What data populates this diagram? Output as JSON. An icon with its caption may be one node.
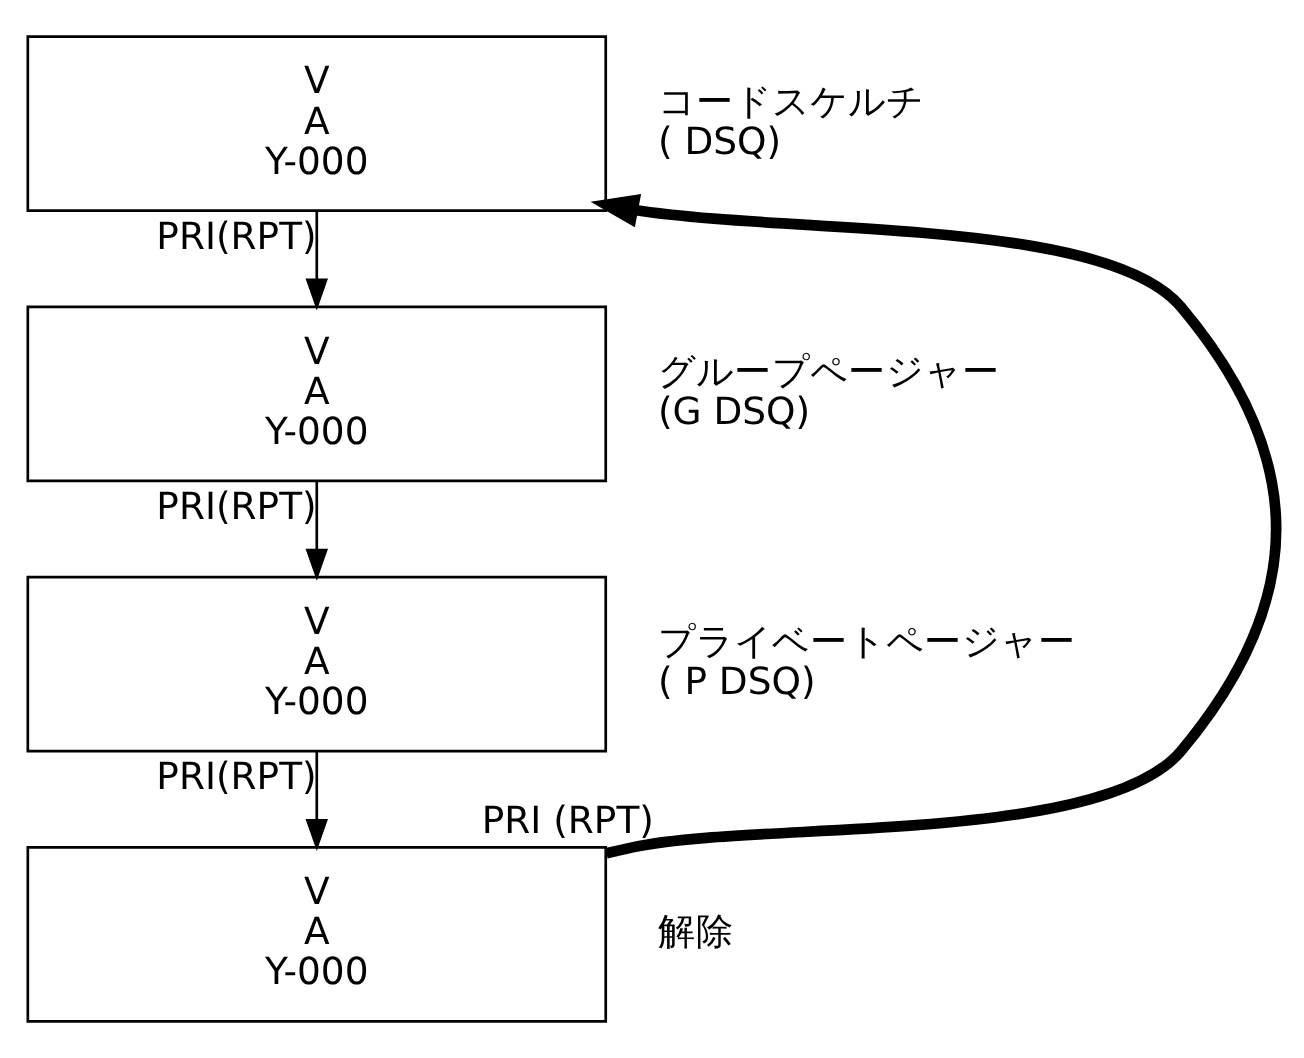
{
  "diagram": {
    "nodes": [
      {
        "text": [
          "V",
          "A",
          "Y-000"
        ],
        "beside": [
          "コードスケルチ",
          "( DSQ)"
        ]
      },
      {
        "text": [
          "V",
          "A",
          "Y-000"
        ],
        "beside": [
          "グループページャー",
          "(G DSQ)"
        ]
      },
      {
        "text": [
          "V",
          "A",
          "Y-000"
        ],
        "beside": [
          "プライベートページャー",
          "( P DSQ)"
        ]
      },
      {
        "text": [
          "V",
          "A",
          "Y-000"
        ],
        "beside": [
          "解除"
        ]
      }
    ],
    "edges": [
      {
        "from": 0,
        "to": 1,
        "arrow": "to",
        "label": "PRI(RPT)"
      },
      {
        "from": 1,
        "to": 2,
        "arrow": "to",
        "label": "PRI(RPT)"
      },
      {
        "from": 2,
        "to": 3,
        "arrow": "to",
        "label": "PRI(RPT)"
      },
      {
        "from": 3,
        "to": 0,
        "arrow": "to",
        "label": "PRI (RPT)",
        "style": "thick"
      }
    ]
  }
}
